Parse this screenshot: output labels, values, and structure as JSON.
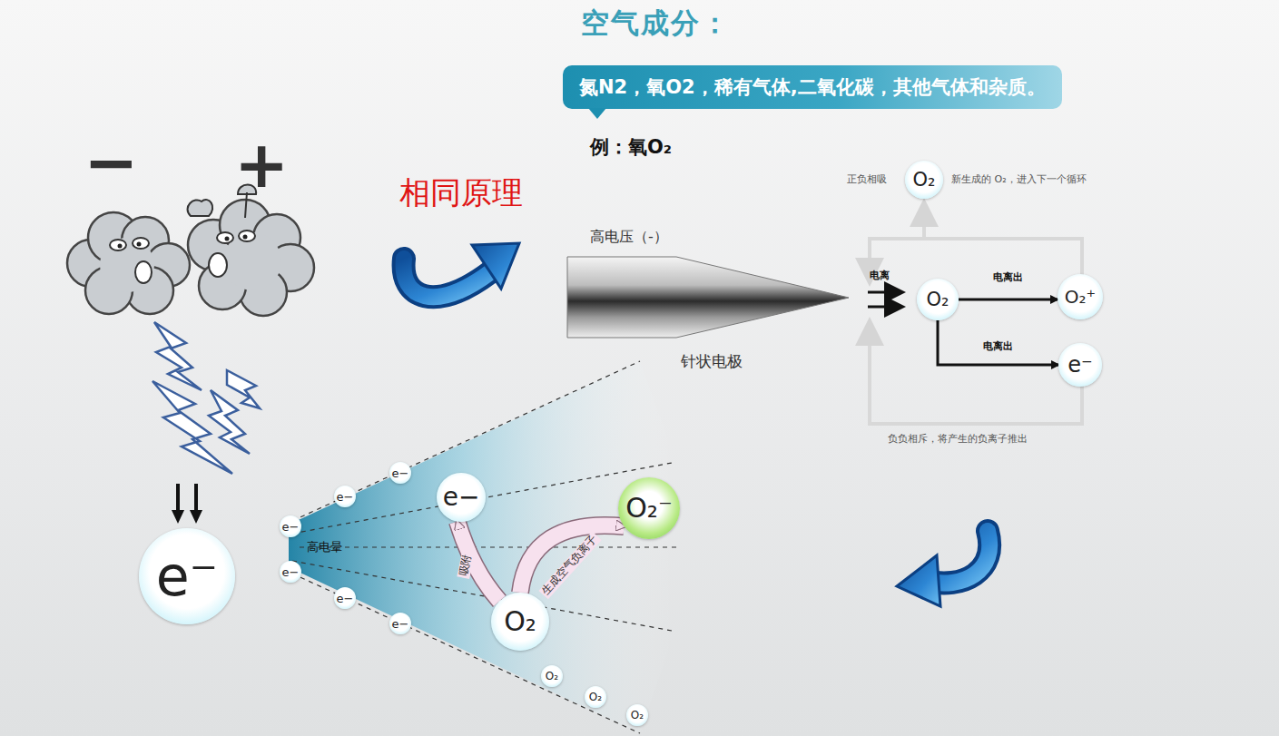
{
  "diagram": {
    "title": "空气成分：",
    "nodes": [
      {
        "text": [
          "氮N2，氧O2，稀有气体,二氧化碳，其他气体和杂质。"
        ]
      },
      {
        "text": [
          "O₂"
        ]
      },
      {
        "text": [
          "O₂"
        ]
      },
      {
        "text": [
          "O₂⁺"
        ]
      },
      {
        "text": [
          "e⁻"
        ]
      },
      {
        "text": [
          "e⁻"
        ]
      },
      {
        "text": [
          "e−"
        ]
      },
      {
        "text": [
          "e−"
        ]
      },
      {
        "text": [
          "e−"
        ]
      },
      {
        "text": [
          "O₂⁻"
        ]
      },
      {
        "text": [
          "e−"
        ]
      },
      {
        "text": [
          "e−"
        ]
      },
      {
        "text": [
          "e−"
        ]
      },
      {
        "text": [
          "O₂"
        ]
      },
      {
        "text": [
          "e−"
        ]
      },
      {
        "text": [
          "O₂"
        ]
      },
      {
        "text": [
          "O₂"
        ]
      },
      {
        "text": [
          "O₂"
        ]
      }
    ],
    "edges": [
      {
        "from": 2,
        "to": 3,
        "label": "电离出",
        "arrow": "to"
      },
      {
        "from": 2,
        "to": 4,
        "label": "电离出",
        "arrow": "to"
      },
      {
        "from": 13,
        "to": 8,
        "label": "吸附",
        "arrow": "to"
      },
      {
        "from": 13,
        "to": 9,
        "label": "生成空气负离子",
        "arrow": "to"
      }
    ],
    "labels": [
      "例：氧O₂",
      "相同原理",
      "高电压（-）",
      "针状电极",
      "−",
      "+",
      "电离",
      "正负相吸",
      "新生成的 O₂，进入下一个循环",
      "负负相斥，将产生的负离子推出",
      "高电晕"
    ]
  }
}
